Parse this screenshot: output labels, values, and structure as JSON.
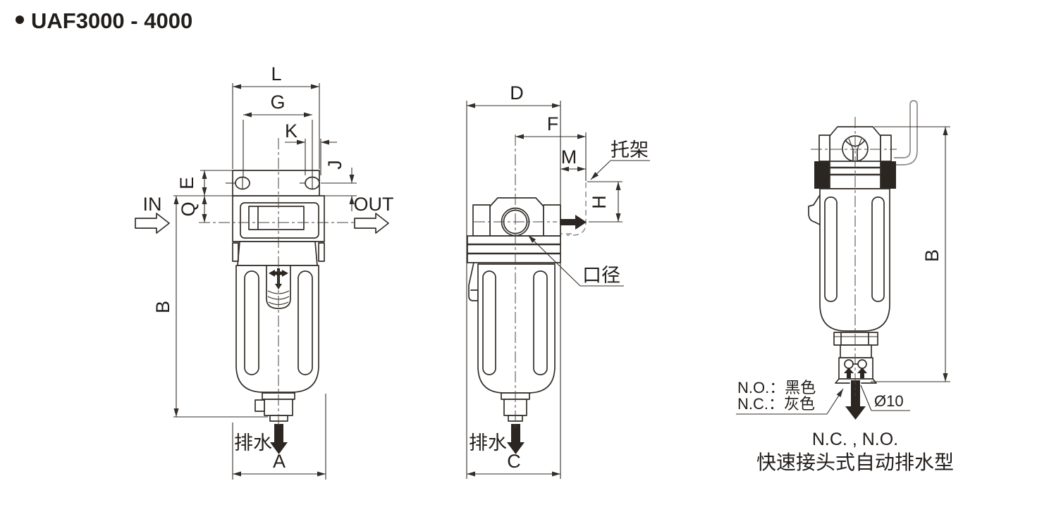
{
  "title": "UAF3000 - 4000",
  "front_view": {
    "dim_l": "L",
    "dim_g": "G",
    "dim_k": "K",
    "dim_j": "J",
    "dim_e": "E",
    "dim_q": "Q",
    "dim_b": "B",
    "dim_a": "A",
    "inlet": "IN",
    "outlet": "OUT",
    "drain": "排水"
  },
  "side_view": {
    "dim_d": "D",
    "dim_f": "F",
    "dim_m": "M",
    "dim_h": "H",
    "dim_c": "C",
    "bracket": "托架",
    "port": "口径",
    "drain": "排水"
  },
  "drain_view": {
    "dim_b": "B",
    "no_label": "N.O.：黑色",
    "nc_label": "N.C.：灰色",
    "diameter": "Ø10",
    "caption": "N.C. , N.O.",
    "subcaption": "快速接头式自动排水型"
  }
}
